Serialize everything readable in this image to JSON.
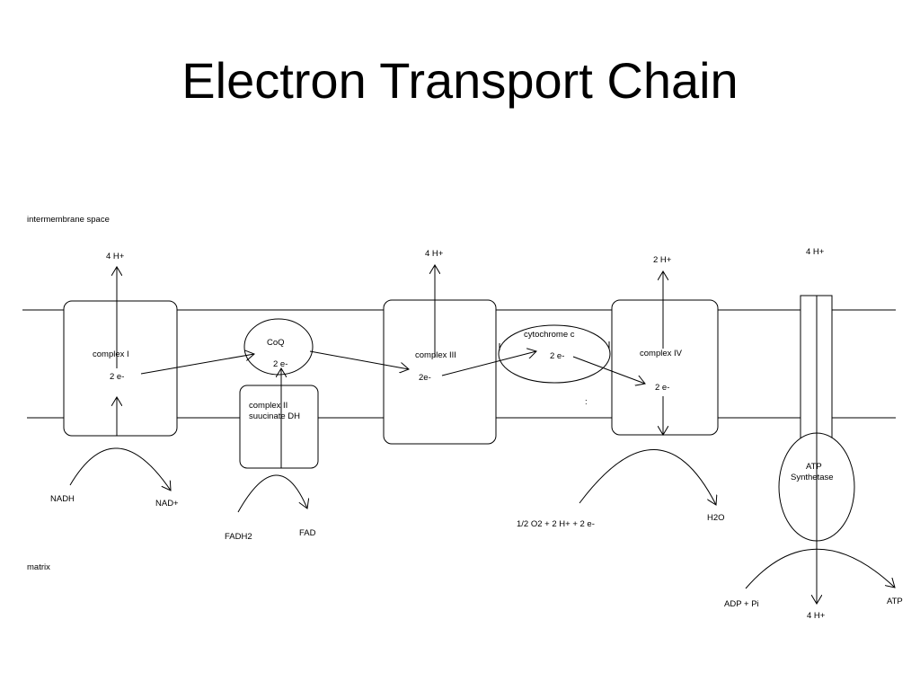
{
  "title": "Electron Transport Chain",
  "regions": {
    "intermembrane": "intermembrane space",
    "matrix": "matrix"
  },
  "complexes": {
    "complex1": {
      "label": "complex I",
      "electrons": "2 e-",
      "protons": "4 H+"
    },
    "coq": {
      "label": "CoQ",
      "electrons": "2 e-"
    },
    "complex2": {
      "line1": "complex II",
      "line2": "suucinate DH"
    },
    "complex3": {
      "label": "complex III",
      "electrons": "2e-",
      "protons": "4 H+"
    },
    "cytc": {
      "label": "cytochrome c",
      "electrons": "2 e-"
    },
    "complex4": {
      "label": "complex IV",
      "electrons": "2 e-",
      "protons": "2 H+"
    },
    "atp_synthetase": {
      "line1": "ATP",
      "line2": "Synthetase",
      "protons_in": "4 H+",
      "protons_out": "4 H+"
    }
  },
  "substrates": {
    "nadh": "NADH",
    "nad": "NAD+",
    "fadh2": "FADH2",
    "fad": "FAD",
    "oxygen": "1/2 O2 + 2 H+ + 2 e-",
    "water": "H2O",
    "adp": "ADP + Pi",
    "atp": "ATP"
  },
  "stray_mark": ":"
}
